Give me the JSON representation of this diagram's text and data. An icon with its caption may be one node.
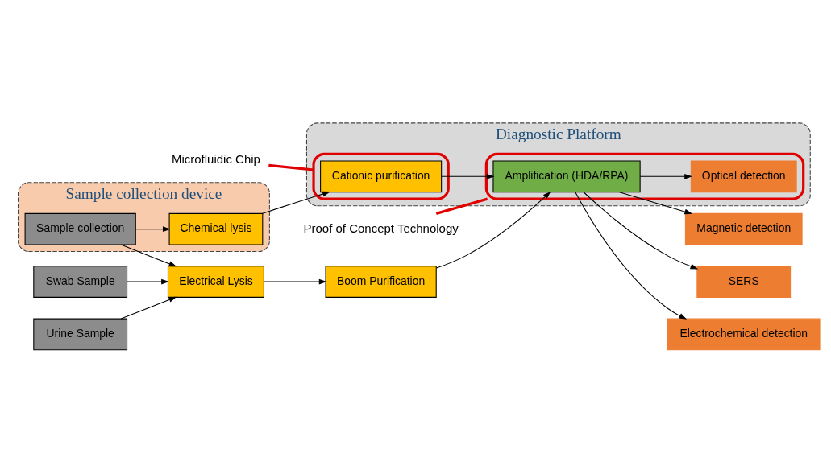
{
  "diagram": {
    "nodes": [
      {
        "text": [
          "Microfluidic Chip"
        ]
      },
      {
        "text": [
          "Proof of Concept Technology"
        ]
      },
      {
        "text": [
          "Sample collection device"
        ]
      },
      {
        "text": [
          "Sample collection"
        ],
        "in": 2
      },
      {
        "text": [
          "Chemical lysis"
        ],
        "in": 2
      },
      {
        "text": [
          "Diagnostic Platform"
        ]
      },
      {
        "text": [],
        "shape": "box",
        "in": 5
      },
      {
        "text": [
          "Cationic purification"
        ],
        "in": 6
      },
      {
        "text": [],
        "shape": "box",
        "in": 5
      },
      {
        "text": [
          "Amplification (HDA/RPA)"
        ],
        "in": 8
      },
      {
        "text": [
          "Optical detection"
        ],
        "in": 8
      },
      {
        "text": [
          "Swab Sample"
        ]
      },
      {
        "text": [
          "Electrical Lysis"
        ]
      },
      {
        "text": [
          "Boom Purification"
        ]
      },
      {
        "text": [
          "Urine Sample"
        ]
      },
      {
        "text": [
          "Magnetic detection"
        ]
      },
      {
        "text": [
          "SERS"
        ]
      },
      {
        "text": [
          "Electrochemical detection"
        ]
      }
    ],
    "edges": [
      {
        "from": 0,
        "to": 6,
        "arrow": "none",
        "style": "thick",
        "color": "#e00000"
      },
      {
        "from": 1,
        "to": 8,
        "arrow": "none",
        "style": "thick",
        "color": "#e00000"
      },
      {
        "from": 3,
        "to": 4,
        "arrow": "to"
      },
      {
        "from": 3,
        "to": 12,
        "arrow": "to"
      },
      {
        "from": 11,
        "to": 12,
        "arrow": "to"
      },
      {
        "from": 14,
        "to": 12,
        "arrow": "to"
      },
      {
        "from": 4,
        "to": 7,
        "arrow": "to"
      },
      {
        "from": 7,
        "to": 9,
        "arrow": "to"
      },
      {
        "from": 12,
        "to": 13,
        "arrow": "to"
      },
      {
        "from": 13,
        "to": 9,
        "arrow": "to"
      },
      {
        "from": 9,
        "to": 10,
        "arrow": "to"
      },
      {
        "from": 9,
        "to": 15,
        "arrow": "to"
      },
      {
        "from": 9,
        "to": 16,
        "arrow": "to"
      },
      {
        "from": 9,
        "to": 17,
        "arrow": "to"
      }
    ]
  }
}
